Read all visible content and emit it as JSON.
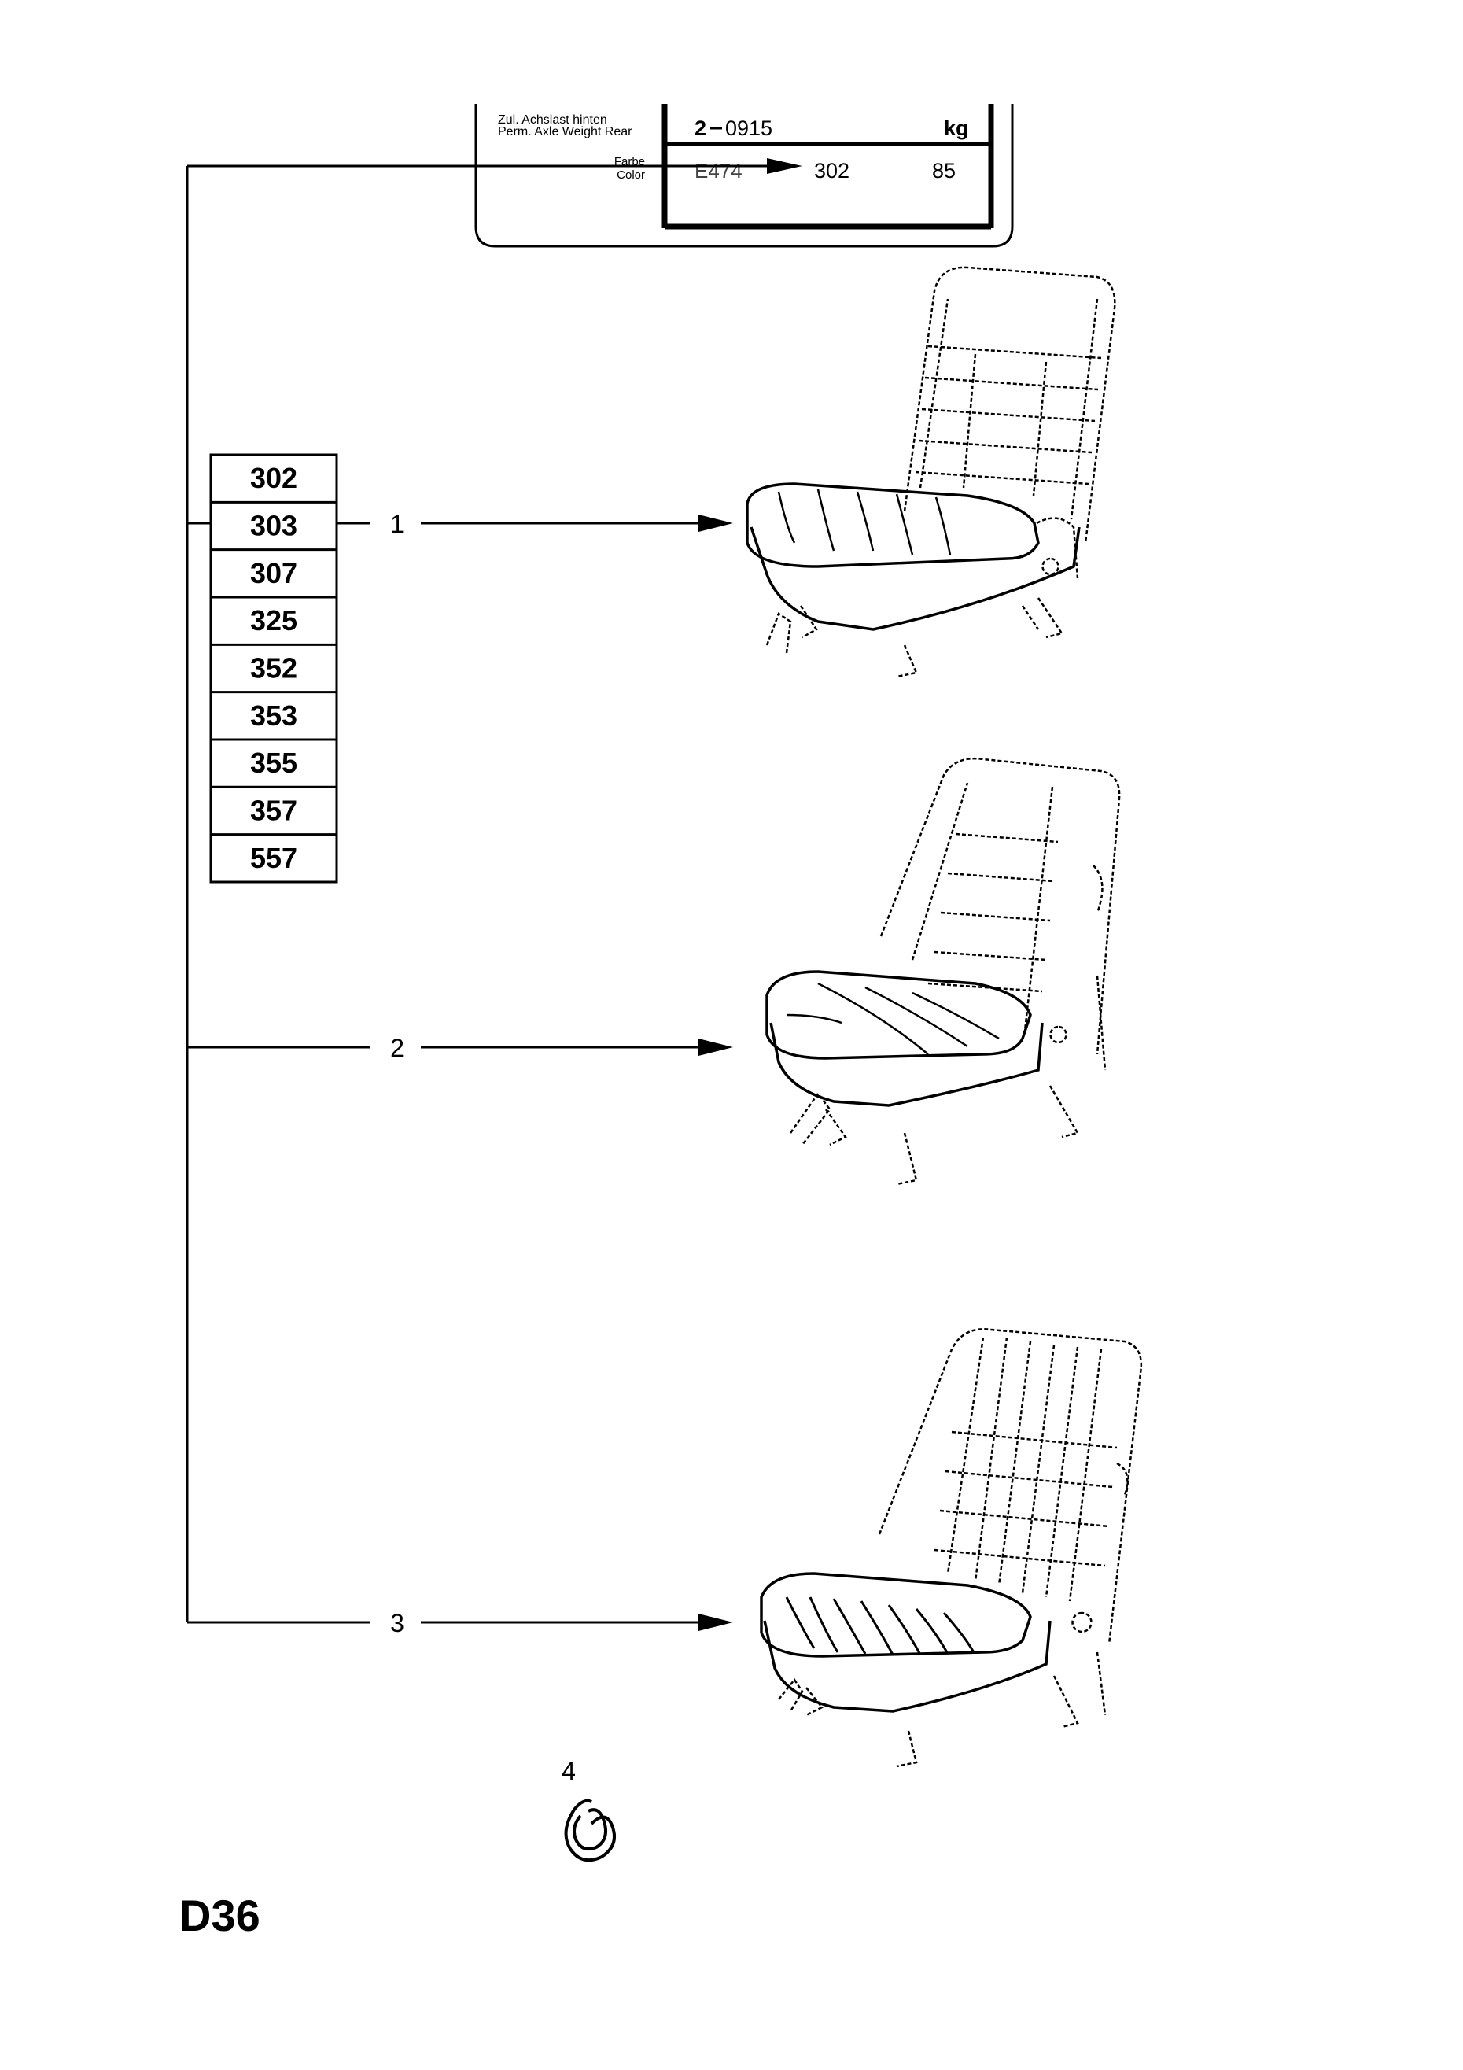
{
  "plate": {
    "axle_label_de": "Zul. Achslast hinten",
    "axle_label_en": "Perm. Axle Weight Rear",
    "axle_prefix": "2",
    "axle_value": "0915",
    "unit": "kg",
    "color_label_de": "Farbe",
    "color_label_en": "Color",
    "color_code": "E474",
    "trim_code": "302",
    "paint_code": "85"
  },
  "codes": [
    "302",
    "303",
    "307",
    "325",
    "352",
    "353",
    "355",
    "357",
    "557"
  ],
  "callouts": [
    {
      "number": "1"
    },
    {
      "number": "2"
    },
    {
      "number": "3"
    },
    {
      "number": "4"
    }
  ],
  "page_label": "D36"
}
